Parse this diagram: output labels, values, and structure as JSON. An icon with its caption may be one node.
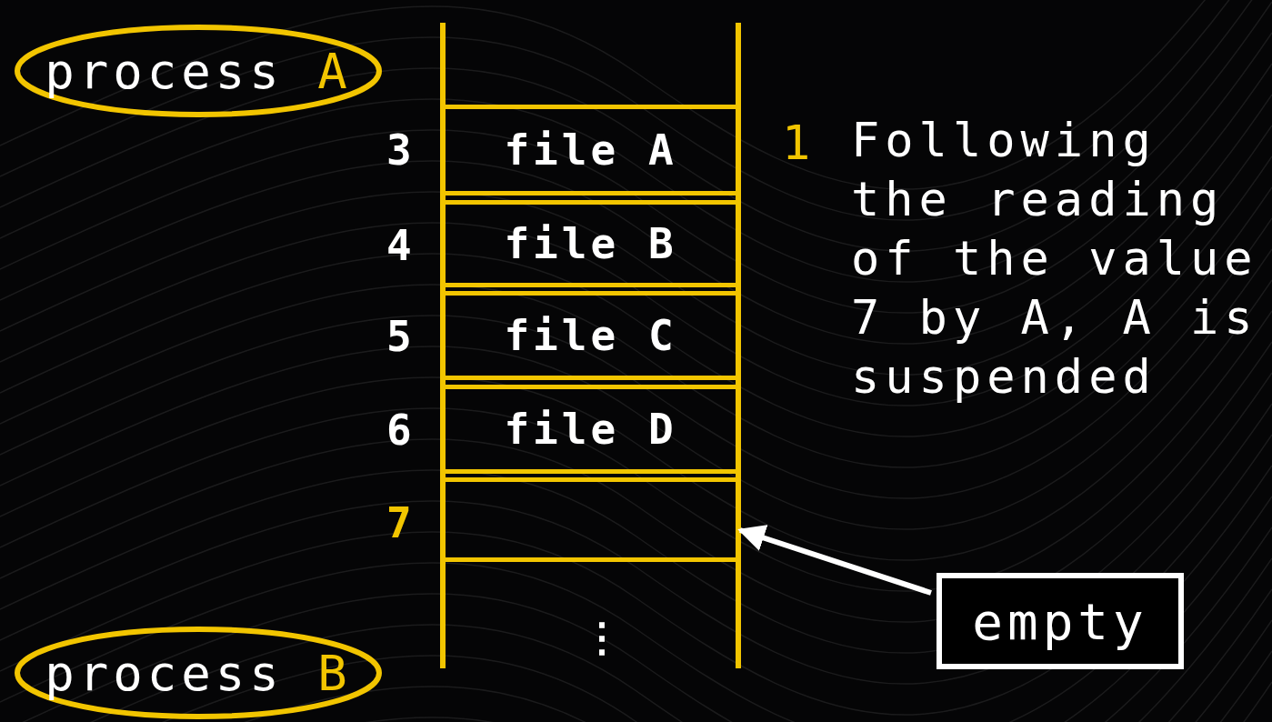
{
  "diagram": {
    "nodes": [
      {
        "text": [
          "process A"
        ]
      },
      {
        "text": [
          "file A"
        ],
        "beside": [
          "3"
        ]
      },
      {
        "text": [
          "file B"
        ],
        "beside": [
          "4"
        ]
      },
      {
        "text": [
          "file C"
        ],
        "beside": [
          "5"
        ]
      },
      {
        "text": [
          "file D"
        ],
        "beside": [
          "6"
        ]
      },
      {
        "text": [],
        "shape": "box",
        "beside": [
          "7"
        ]
      },
      {
        "text": [
          "empty"
        ]
      },
      {
        "text": [
          "process B"
        ]
      }
    ],
    "edges": [
      {
        "from": 6,
        "to": 5,
        "arrow": "to"
      }
    ],
    "labels": [
      "1",
      "Following the reading of the value 7 by A, A is suspended",
      "⋮"
    ]
  }
}
